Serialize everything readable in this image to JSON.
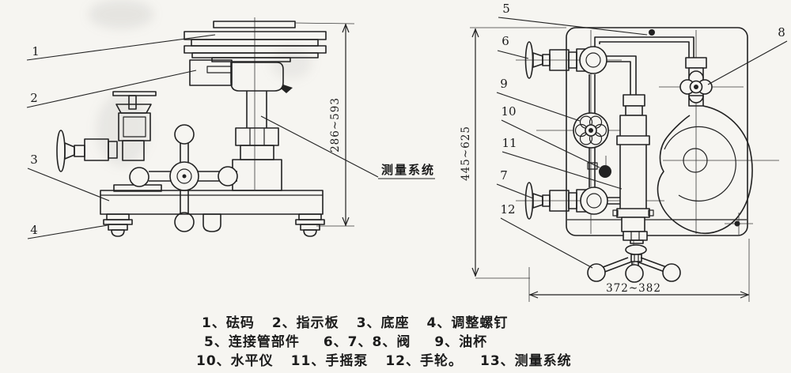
{
  "left_view": {
    "callouts": {
      "n1": "1",
      "n2": "2",
      "n3": "3",
      "n4": "4"
    },
    "height_dimension": "286~593",
    "system_label": "测量系统"
  },
  "right_view": {
    "callouts": {
      "n5": "5",
      "n6": "6",
      "n7": "7",
      "n8": "8",
      "n9": "9",
      "n10": "10",
      "n11": "11",
      "n12": "12"
    },
    "height_dimension": "445~625",
    "width_dimension": "372~382"
  },
  "legend": {
    "rows": [
      {
        "items": [
          "1、砝码",
          "2、指示板",
          "3、底座",
          "4、调整螺钉"
        ]
      },
      {
        "items": [
          "5、连接管部件",
          "6、7、8、阀",
          "9、油杯"
        ]
      },
      {
        "items": [
          "10、水平仪",
          "11、手摇泵",
          "12、手轮。",
          "13、测量系统"
        ]
      }
    ]
  },
  "colors": {
    "paper": "#f6f5f1",
    "ink": "#222222"
  }
}
